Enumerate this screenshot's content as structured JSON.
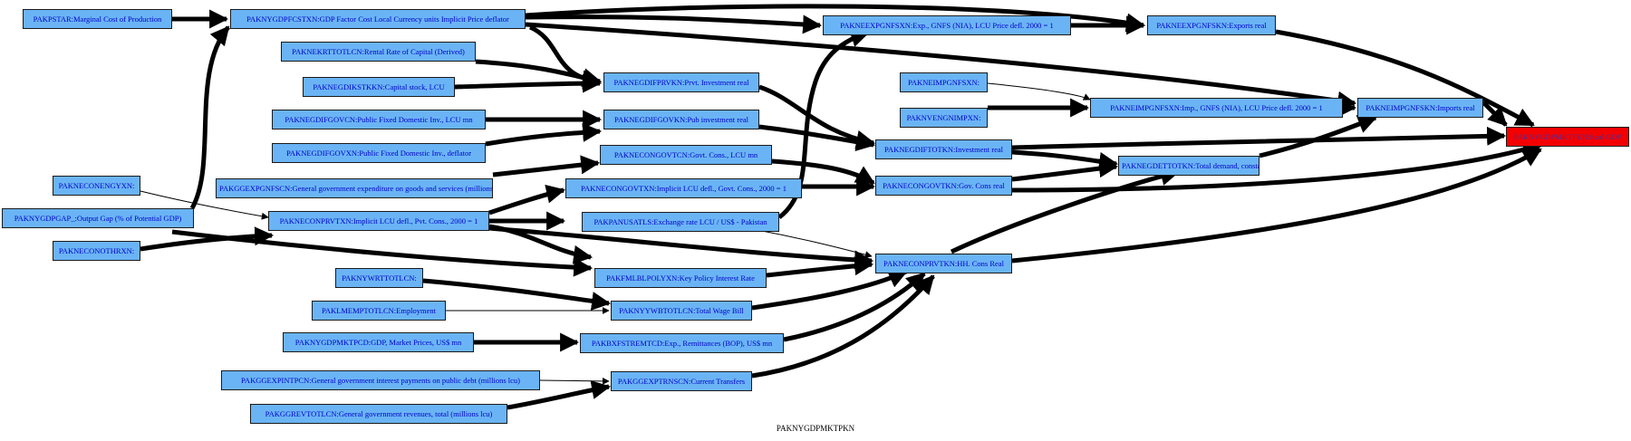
{
  "graph": {
    "caption": "PAKNYGDPMKTPKN",
    "nodes": {
      "pakpstar": "PAKPSTAR:Marginal Cost of Production",
      "paknygdpfcstxn": "PAKNYGDPFCSTXN:GDP Factor Cost Local Currency units Implicit Price deflator",
      "pakneexpgnfsxn": "PAKNEEXPGNFSXN:Exp., GNFS (NIA), LCU Price defl. 2000 = 1",
      "pakneexpgnfskn": "PAKNEEXPGNFSKN:Exports real",
      "paknekrttotlcn": "PAKNEKRTTOTLCN:Rental Rate of Capital (Derived)",
      "paknegdikstkkn": "PAKNEGDIKSTKKN:Capital stock, LCU",
      "paknegdifprvkn": "PAKNEGDIFPRVKN:Prvt. Investment real",
      "pakneimpgnfsxn_dot": "PAKNEIMPGNFSXN:",
      "paknvengnimpxn": "PAKNVENGNIMPXN:",
      "pakneimpgnfsxn": "PAKNEIMPGNFSXN:Imp., GNFS (NIA), LCU Price defl. 2000 = 1",
      "pakneimpgnfskn": "PAKNEIMPGNFSKN:Imports real",
      "paknygdpmktpkn": "PAKNYGDPMKTPKN:Real GDP",
      "paknegdifgovcn": "PAKNEGDIFGOVCN:Public Fixed Domestic Inv., LCU mn",
      "paknegdifgovkn": "PAKNEGDIFGOVKN:Pub investment real",
      "paknegdifgovxn": "PAKNEGDIFGOVXN:Public Fixed Domestic Inv., deflator",
      "paknegdiftotkn": "PAKNEGDIFTOTKN:Investment real",
      "pakggexpgnfscn": "PAKGGEXPGNFSCN:General government expenditure on goods and services (millions lcu)",
      "pakneconGovtcn": "PAKNECONGOVTCN:Govt. Cons., LCU mn",
      "paknegdettotkn": "PAKNEGDETTOTKN:Total demand, constant LCU",
      "pakneconengyxn": "PAKNECONENGYXN:",
      "pakneconGovtxn": "PAKNECONGOVTXN:Implicit LCU defl., Govt. Cons., 2000 = 1",
      "pakneconGovtkn": "PAKNECONGOVTKN:Gov. Cons real",
      "paknygdpgap": "PAKNYGDPGAP_:Output Gap (% of Potential GDP)",
      "pakneconprvtxn": "PAKNECONPRVTXN:Implicit LCU defl., Pvt. Cons., 2000 = 1",
      "pakpanusatls": "PAKPANUSATLS:Exchange rate LCU / US$ - Pakistan",
      "pakneconothrxn": "PAKNECONOTHRXN:",
      "pakneconprvtkn": "PAKNECONPRVTKN:HH. Cons Real",
      "pakfmlblpolyxn": "PAKFMLBLPOLYXN:Key Policy Interest Rate",
      "paknywrttotlcn": "PAKNYWRTTOTLCN:",
      "paklmempttotlcn": "PAKLMEMPTOTLCN:Employment",
      "paknywbtotlcn": "PAKNYYWBTOTLCN:Total Wage Bill",
      "paknygdpmktpcd": "PAKNYGDPMKTPCD:GDP, Market Prices, US$ mn",
      "pakbxfstremtcd": "PAKBXFSTREMTCD:Exp., Remittances (BOP), US$ mn",
      "pakggexpintpcn": "PAKGGEXPINTPCN:General government interest payments on public debt (millions lcu)",
      "pakggexptrnscn": "PAKGGEXPTRNSCN:Current Transfers",
      "pakggrevtotlcn": "PAKGGREVTOTLCN:General government revenues, total (millions lcu)"
    },
    "colors": {
      "node_fill": "#6ab4f5",
      "target_fill": "#f50000",
      "label_color": "#0000c8",
      "edge_color": "#000000"
    }
  }
}
